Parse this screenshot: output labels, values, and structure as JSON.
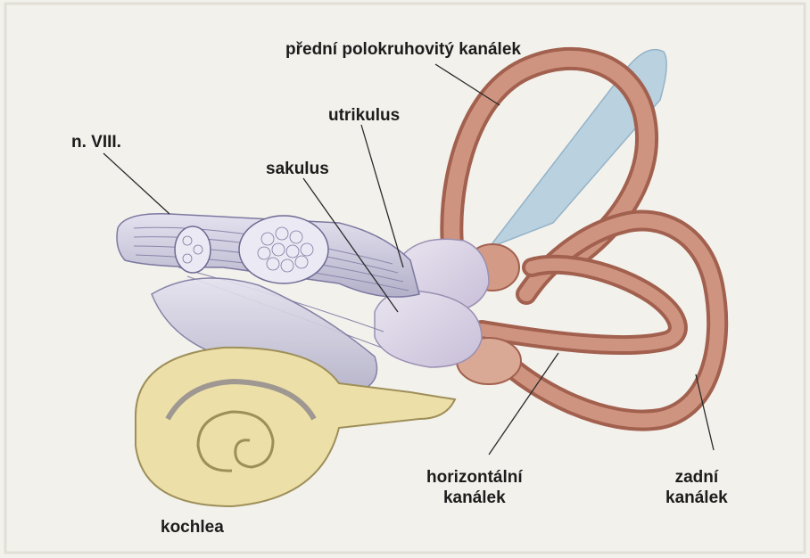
{
  "labels": {
    "anterior_canal": "přední polokruhovitý kanálek",
    "nerve": "n. VIII.",
    "utriculus": "utrikulus",
    "sacculus": "sakulus",
    "horizontal_canal_line1": "horizontální",
    "horizontal_canal_line2": "kanálek",
    "posterior_canal_line1": "zadní",
    "posterior_canal_line2": "kanálek",
    "cochlea": "kochlea"
  },
  "colors": {
    "paper": "#f3f1ec",
    "canal": "#c98976",
    "canal_dark": "#a2604e",
    "endolymphatic_sac": "#b7d0e0",
    "vestibule": "#dcd6e6",
    "nerve": "#cfcde0",
    "cochlea": "#ece0a8",
    "cochlea_outline": "#9e8f5a",
    "leader_line": "#2a2a2a"
  }
}
